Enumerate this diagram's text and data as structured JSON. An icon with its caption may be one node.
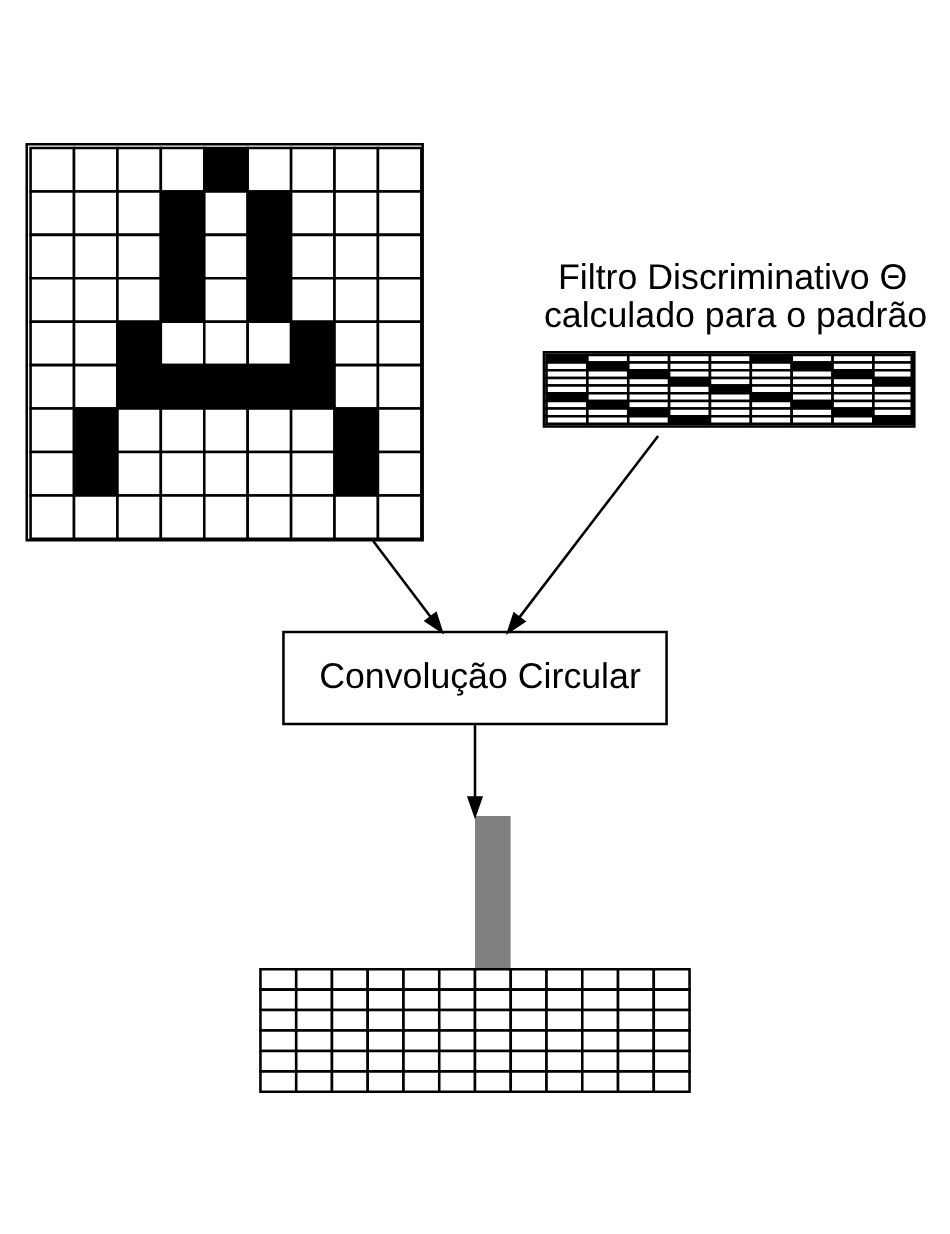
{
  "diagram": {
    "nodes": [
      {
        "text": [],
        "shape": "picture"
      },
      {
        "text": [],
        "shape": "picture",
        "beside": [
          "Filtro Discriminativo Θ calculado para o padrão"
        ]
      },
      {
        "text": [
          "Convolução Circular"
        ]
      },
      {
        "text": [],
        "shape": "picture"
      }
    ],
    "edges": [
      {
        "from": 0,
        "to": 2,
        "arrow": "to"
      },
      {
        "from": 1,
        "to": 2,
        "arrow": "to"
      },
      {
        "from": 2,
        "to": 3,
        "arrow": "to"
      }
    ]
  }
}
